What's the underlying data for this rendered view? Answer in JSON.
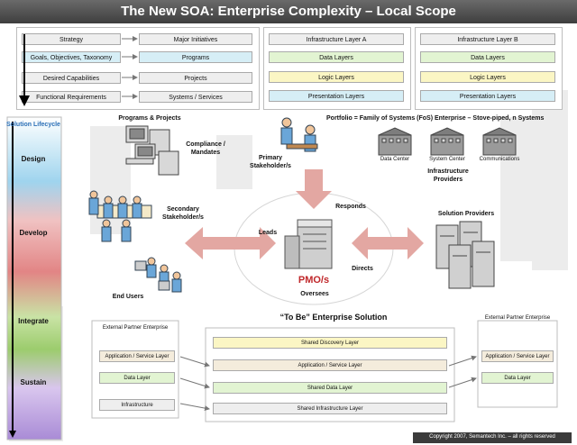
{
  "title": "The New SOA: Enterprise Complexity – Local Scope",
  "top_left": {
    "rows": [
      {
        "left": "Strategy",
        "right": "Major Initiatives"
      },
      {
        "left": "Goals, Objectives, Taxonomy",
        "right": "Programs"
      },
      {
        "left": "Desired Capabilities",
        "right": "Projects"
      },
      {
        "left": "Functional Requirements",
        "right": "Systems / Services"
      }
    ]
  },
  "infra_a": {
    "title": "Infrastructure Layer A",
    "layers": [
      "Data Layers",
      "Logic Layers",
      "Presentation Layers"
    ]
  },
  "infra_b": {
    "title": "Infrastructure Layer B",
    "layers": [
      "Data Layers",
      "Logic Layers",
      "Presentation Layers"
    ]
  },
  "lifecycle": {
    "title": "Solution Lifecycle",
    "stages": [
      "Design",
      "Develop",
      "Integrate",
      "Sustain"
    ]
  },
  "labels": {
    "programs_projects": "Programs & Projects",
    "compliance": "Compliance / Mandates",
    "primary": "Primary Stakeholder/s",
    "secondary": "Secondary Stakeholder/s",
    "end_users": "End Users",
    "portfolio": "Portfolio = Family of Systems (FoS) Enterprise – Stove-piped, n Systems",
    "data_center": "Data Center",
    "system_center": "System Center",
    "communications": "Communications",
    "infra_providers": "Infrastructure Providers",
    "solution_providers": "Solution Providers",
    "responds": "Responds",
    "leads": "Leads",
    "directs": "Directs",
    "oversees": "Oversees",
    "pmo": "PMO/s"
  },
  "to_be": {
    "title": "“To Be” Enterprise Solution",
    "left_partner": "External Partner Enterprise",
    "right_partner": "External Partner Enterprise",
    "left_layers": [
      "Application / Service Layer",
      "Data Layer",
      "Infrastructure"
    ],
    "right_layers": [
      "Application / Service Layer",
      "Data Layer"
    ],
    "center_layers": [
      "Shared Discovery Layer",
      "Application / Service Layer",
      "Shared Data Layer",
      "Shared Infrastructure Layer"
    ]
  },
  "copyright": "Copyright 2007, Semantech Inc. – all rights reserved",
  "colors": {
    "title_bg": "#4a4a4a",
    "pmo_red": "#c0282b",
    "arrow_pink": "#e3a7a2"
  }
}
